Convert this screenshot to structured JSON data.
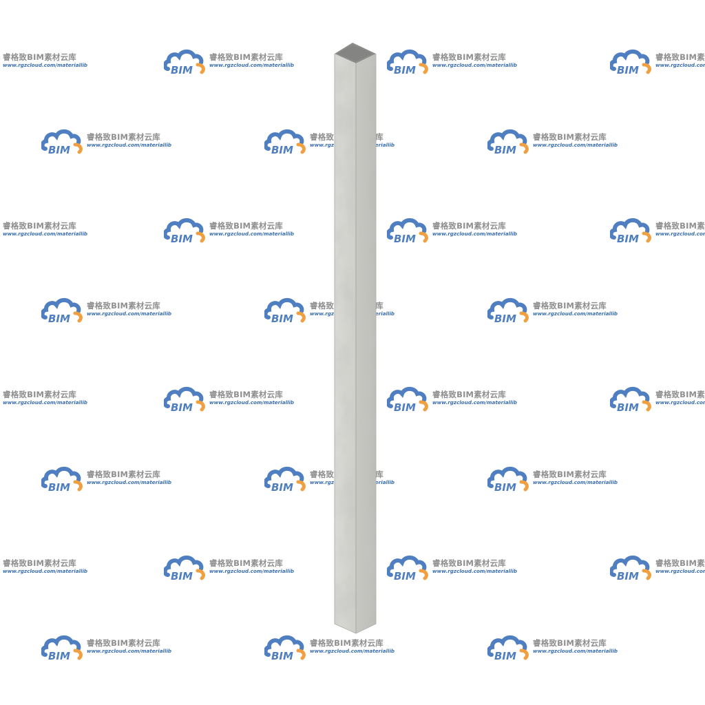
{
  "watermark": {
    "title": "睿格致BIM素材云库",
    "url": "www.rgzcloud.com/materiallib",
    "logo_text": "BIM",
    "colors": {
      "cloud_blue": "#4f7fc0",
      "cloud_orange": "#f0a040",
      "title_gray": "#8f8f8f",
      "url_blue": "#3a6fb3"
    }
  },
  "column": {
    "material": "light gray marble",
    "colors": {
      "top_face": "#8c8c8a",
      "left_face": "#d3d3cf",
      "right_face": "#c4c4bf",
      "edge": "#a9a9a4"
    }
  }
}
